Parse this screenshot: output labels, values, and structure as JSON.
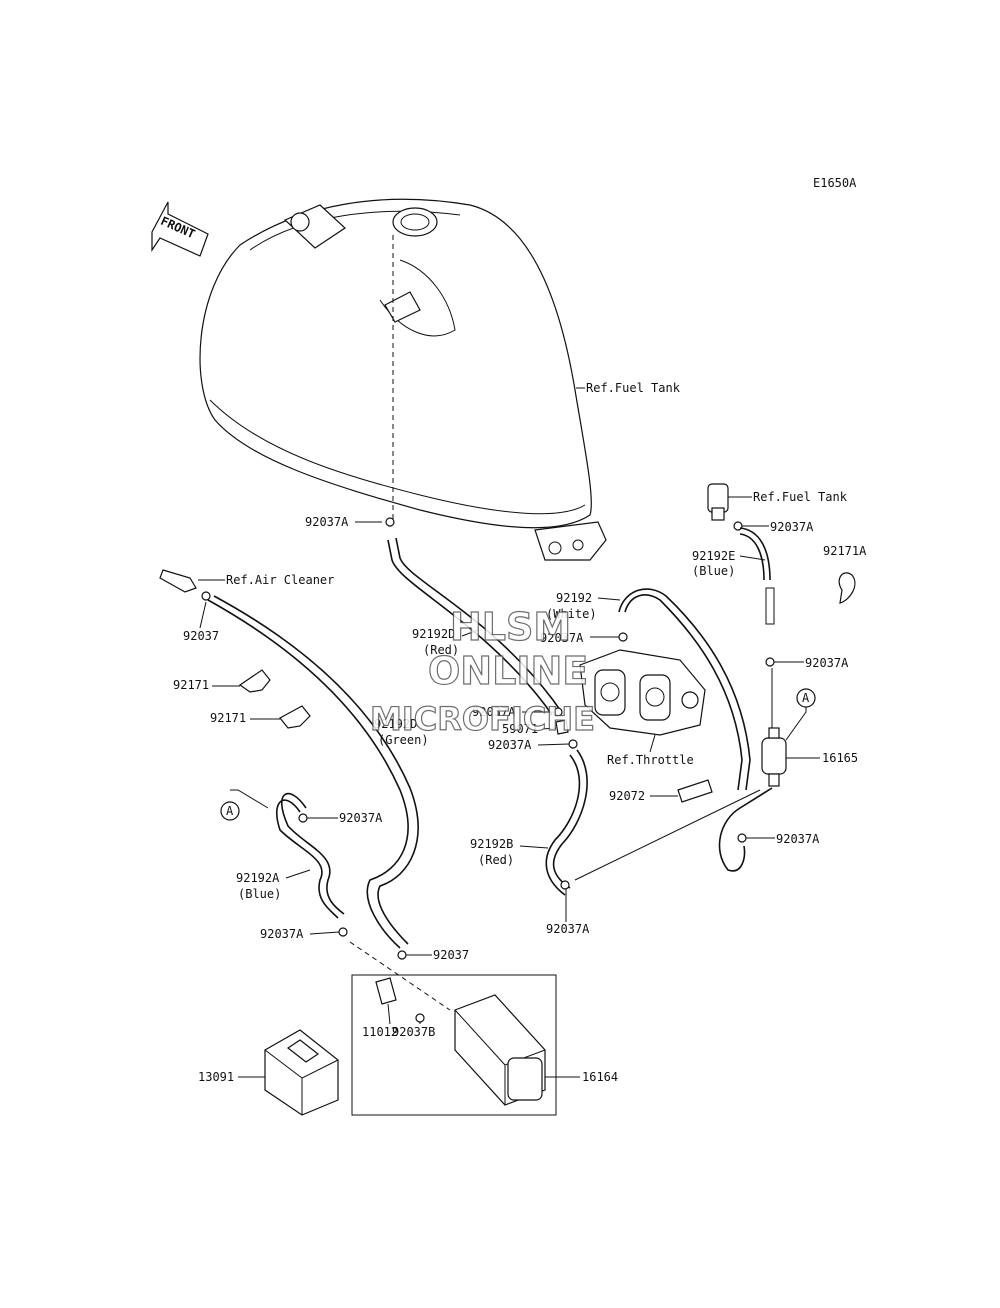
{
  "diagram_code": "E1650A",
  "front_label": "FRONT",
  "watermark": [
    "HLSM",
    "ONLINE",
    "MICROFICHE"
  ],
  "callout_letter": "A",
  "labels": {
    "ref_fuel_tank_1": "Ref.Fuel Tank",
    "ref_fuel_tank_2": "Ref.Fuel Tank",
    "ref_air_cleaner": "Ref.Air Cleaner",
    "ref_throttle": "Ref.Throttle",
    "p92037a_tank": "92037A",
    "p92037a_upper_right": "92037A",
    "p92192e": "92192E",
    "p92192e_color": "(Blue)",
    "p92171a": "92171A",
    "p92192_white": "92192",
    "p92192_white_color": "(White)",
    "p92037a_throttle_top": "92037A",
    "p92192d_red": "92192D",
    "p92192d_red_color": "(Red)",
    "p92037a_mid_right": "92037A",
    "p92037": "92037",
    "p92171_a": "92171",
    "p92171_b": "92171",
    "p92192d_green": "92192D",
    "p92192d_green_color": "(Green)",
    "p92037a_throttle_left": "92037A",
    "p59071": "59071",
    "p92037a_throttle_low": "92037A",
    "p16165": "16165",
    "p92072": "92072",
    "p92037a_left_mid": "92037A",
    "p92037a_right_low": "92037A",
    "p92192b": "92192B",
    "p92192b_color": "(Red)",
    "p92192a": "92192A",
    "p92192a_color": "(Blue)",
    "p92037a_bottom_mid": "92037A",
    "p92037a_left_low": "92037A",
    "p92037_low": "92037",
    "p11012": "11012",
    "p92037b": "92037B",
    "p13091": "13091",
    "p16164": "16164"
  }
}
